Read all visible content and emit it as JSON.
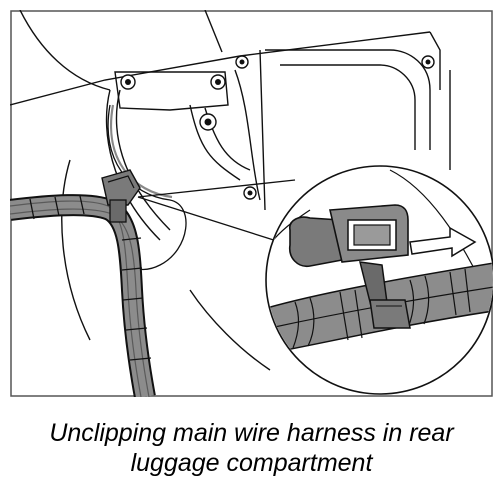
{
  "caption": {
    "line1": "Unclipping main wire harness in rear",
    "line2": "luggage compartment"
  },
  "colors": {
    "frame": "#555555",
    "ink": "#111111",
    "harness_fill": "#8c8c8c",
    "harness_dark": "#5a5a5a",
    "clip_fill": "#7a7a7a",
    "arrow_fill": "#ffffff",
    "background": "#ffffff"
  },
  "icons": {
    "direction_arrow": "right-arrow-icon",
    "detail_view": "magnifier-circle"
  }
}
